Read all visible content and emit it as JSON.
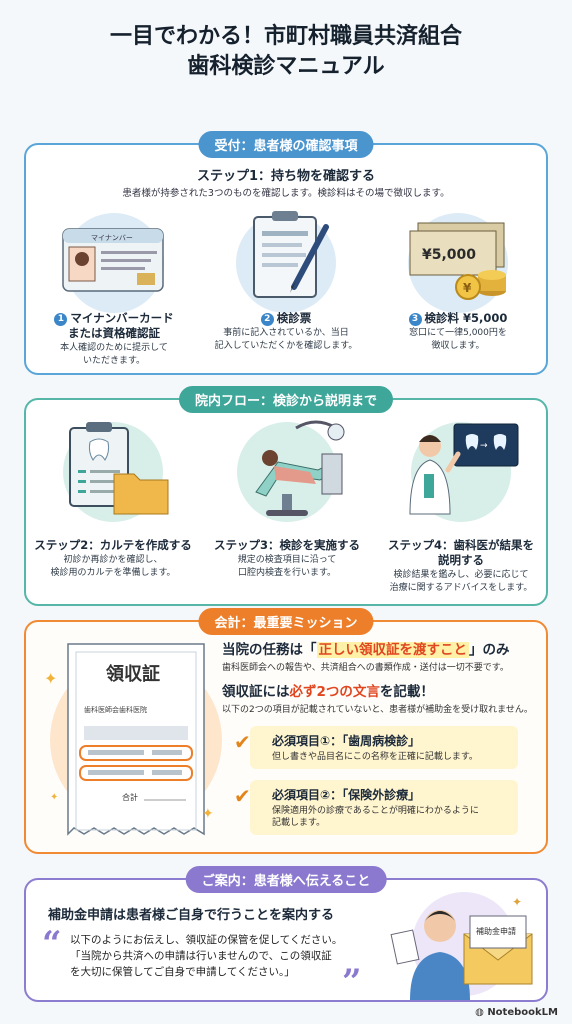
{
  "title": {
    "line1": "一目でわかる！市町村職員共済組合",
    "line2": "歯科検診マニュアル"
  },
  "reception": {
    "section_label": "受付：患者様の確認事項",
    "step_title": "ステップ1：持ち物を確認する",
    "step_desc": "患者様が持参された3つのものを確認します。検診料はその場で徴収します。",
    "items": [
      {
        "num": "1",
        "title_l1": "マイナンバーカード",
        "title_l2": "または資格確認証",
        "desc": "本人確認のために提示して\nいただきます。",
        "card_label": "マイナンバー"
      },
      {
        "num": "2",
        "title_l1": "検診票",
        "title_l2": "",
        "desc": "事前に記入されているか、当日\n記入していただくかを確認します。"
      },
      {
        "num": "3",
        "title_l1": "検診料 ¥5,000",
        "title_l2": "",
        "desc": "窓口にて一律5,000円を\n徴収します。",
        "bill_label": "¥5,000"
      }
    ]
  },
  "flow": {
    "section_label": "院内フロー：検診から説明まで",
    "items": [
      {
        "title_l1": "ステップ2：カルテを作成する",
        "title_l2": "",
        "desc": "初診か再診かを確認し、\n検診用のカルテを準備します。"
      },
      {
        "title_l1": "ステップ3：検診を実施する",
        "title_l2": "",
        "desc": "規定の検査項目に沿って\n口腔内検査を行います。"
      },
      {
        "title_l1": "ステップ4：歯科医が結果を",
        "title_l2": "説明する",
        "desc": "検診結果を鑑みし、必要に応じて\n治療に関するアドバイスをします。"
      }
    ]
  },
  "billing": {
    "section_label": "会計：最重要ミッション",
    "receipt_title": "領収証",
    "receipt_clinic": "歯科医師会歯科医院",
    "receipt_total": "合計",
    "h1_pre": "当院の任務は「",
    "h1_hl": "正しい領収証を渡すこと",
    "h1_post": "」のみ",
    "d1": "歯科医師会への報告や、共済組合への書類作成・送付は一切不要です。",
    "h2_pre": "領収証には",
    "h2_hl": "必ず2つの文言",
    "h2_post": "を記載！",
    "d2": "以下の2つの項目が記載されていないと、患者様が補助金を受け取れません。",
    "requirements": [
      {
        "title": "必須項目①：「歯周病検診」",
        "desc": "但し書きや品目名にこの名称を正確に記載します。"
      },
      {
        "title": "必須項目②：「保険外診療」",
        "desc": "保険適用外の診療であることが明確にわかるように\n記載します。"
      }
    ]
  },
  "guidance": {
    "section_label": "ご案内：患者様へ伝えること",
    "heading": "補助金申請は患者様ご自身で行うことを案内する",
    "quote_l1": "以下のようにお伝えし、領収証の保管を促してください。",
    "quote_l2": "「当院から共済への申請は行いませんので、この領収証",
    "quote_l3": "を大切に保管してご自身で申請してください。」",
    "envelope_label": "補助金申請"
  },
  "footer": "NotebookLM",
  "colors": {
    "blue": "#4b95cf",
    "teal": "#3fa69a",
    "orange": "#ee7f2a",
    "purple": "#8b79cf",
    "highlight": "#e0461f"
  }
}
